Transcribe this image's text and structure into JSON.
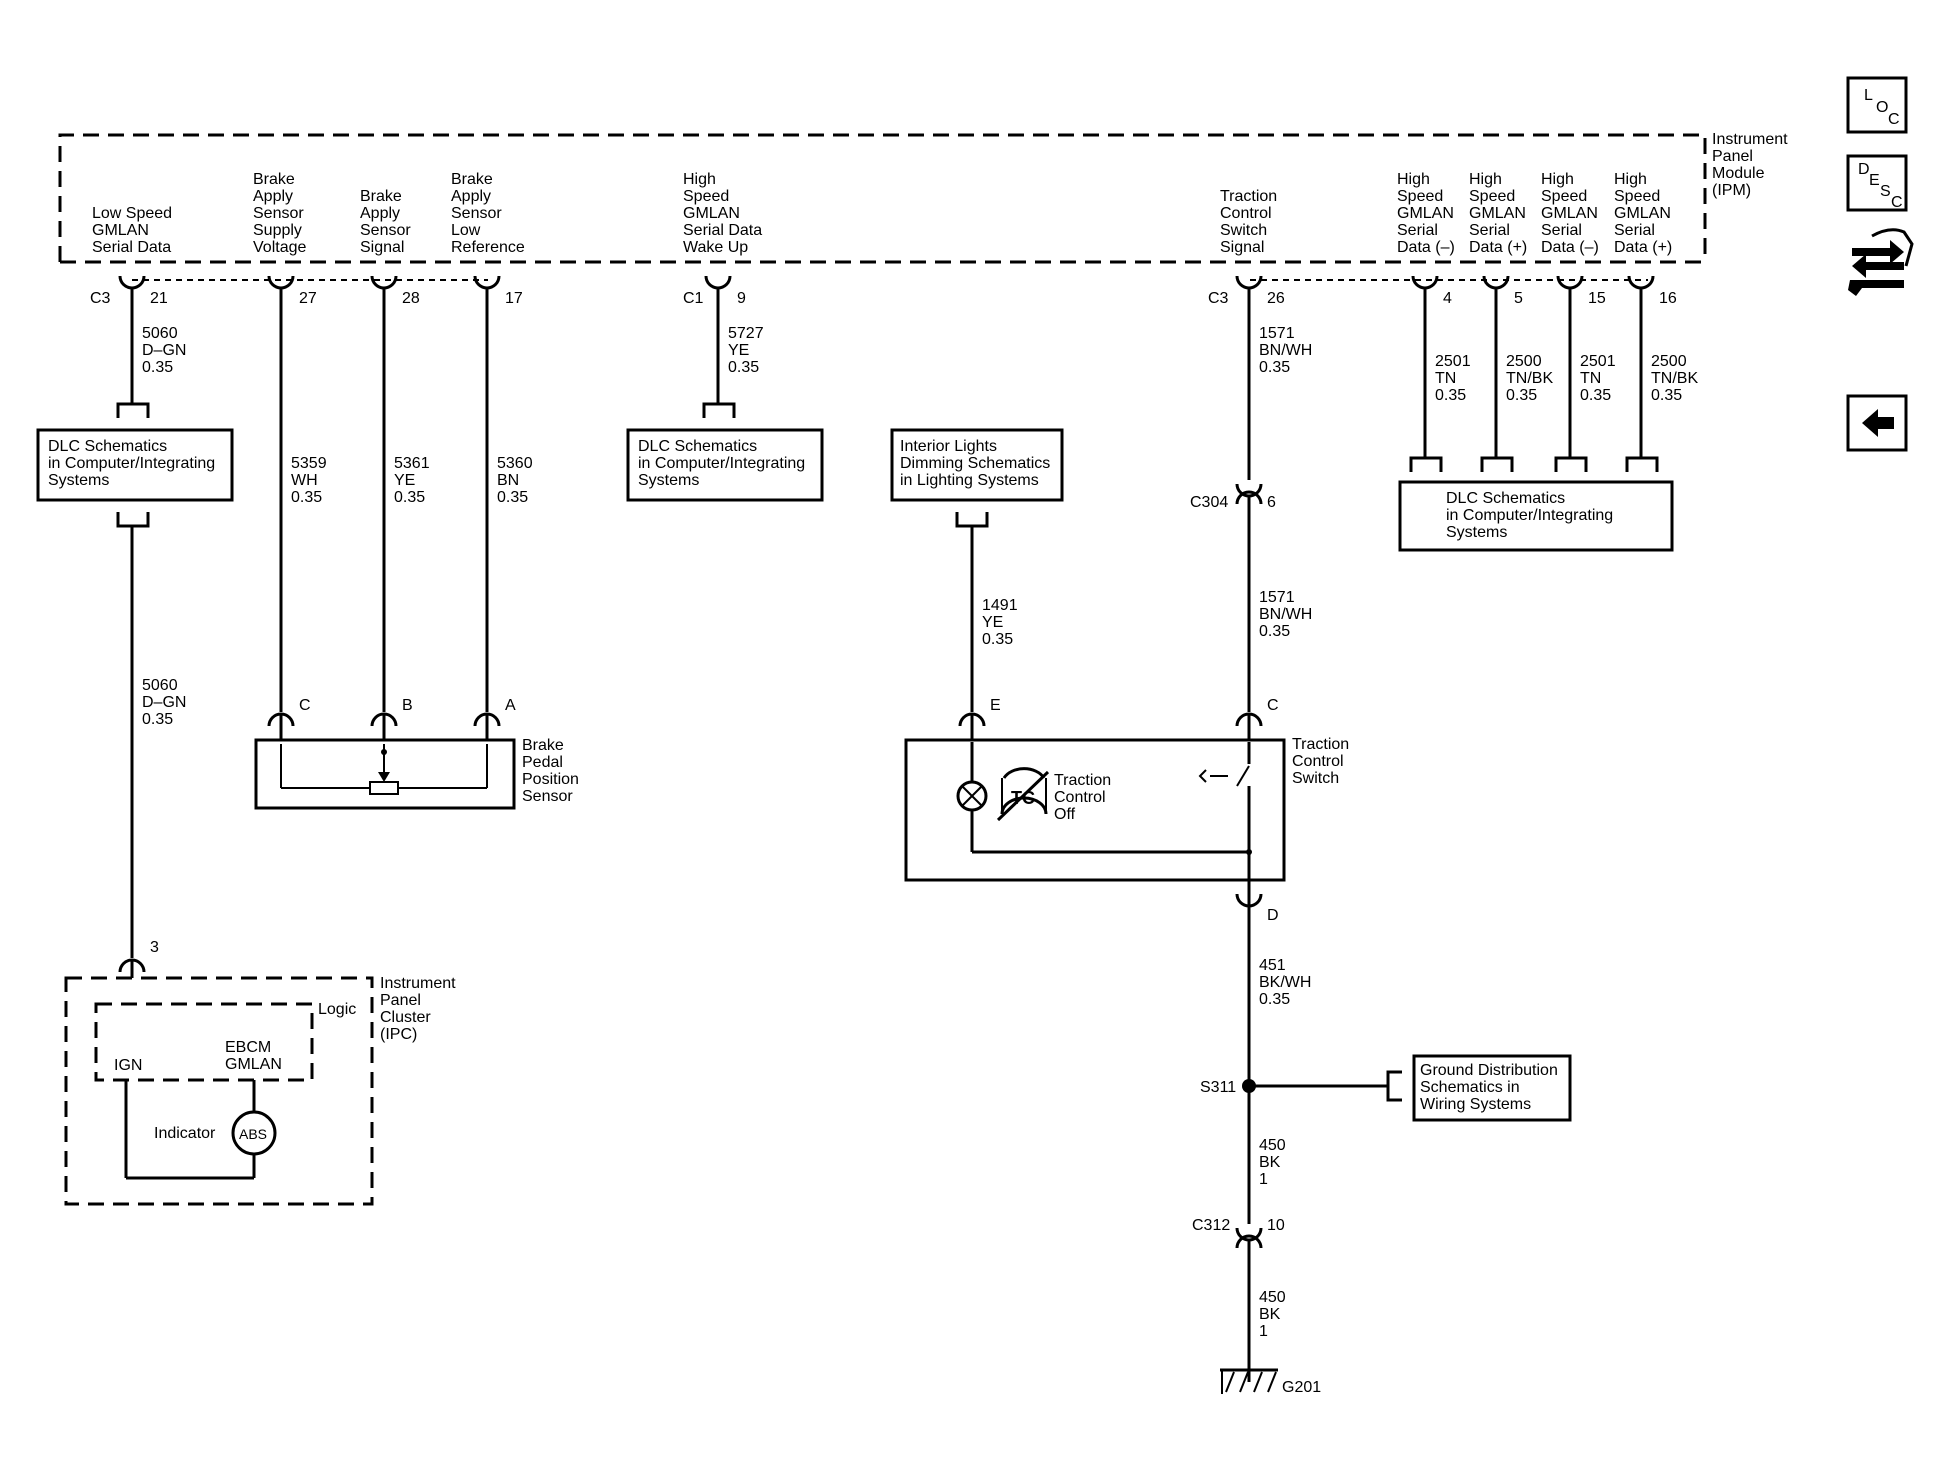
{
  "ipm": {
    "label": [
      "Instrument",
      "Panel",
      "Module",
      "(IPM)"
    ],
    "pins": [
      {
        "id": "low-speed",
        "label": [
          "Low Speed",
          "GMLAN",
          "Serial Data"
        ],
        "conn": "C3",
        "pin": "21",
        "wire": [
          "5060",
          "D–GN",
          "0.35"
        ]
      },
      {
        "id": "brake-supply",
        "label": [
          "Brake",
          "Apply",
          "Sensor",
          "Supply",
          "Voltage"
        ],
        "pin": "27",
        "wire": [
          "5359",
          "WH",
          "0.35"
        ]
      },
      {
        "id": "brake-signal",
        "label": [
          "Brake",
          "Apply",
          "Sensor",
          "Signal"
        ],
        "pin": "28",
        "wire": [
          "5361",
          "YE",
          "0.35"
        ]
      },
      {
        "id": "brake-lowref",
        "label": [
          "Brake",
          "Apply",
          "Sensor",
          "Low",
          "Reference"
        ],
        "pin": "17",
        "wire": [
          "5360",
          "BN",
          "0.35"
        ]
      },
      {
        "id": "wake-up",
        "label": [
          "High",
          "Speed",
          "GMLAN",
          "Serial Data",
          "Wake Up"
        ],
        "conn": "C1",
        "pin": "9",
        "wire": [
          "5727",
          "YE",
          "0.35"
        ]
      },
      {
        "id": "traction-signal",
        "label": [
          "Traction",
          "Control",
          "Switch",
          "Signal"
        ],
        "conn": "C3",
        "pin": "26",
        "wire": [
          "1571",
          "BN/WH",
          "0.35"
        ]
      },
      {
        "id": "hs-data-neg-1",
        "label": [
          "High",
          "Speed",
          "GMLAN",
          "Serial",
          "Data (–)"
        ],
        "pin": "4",
        "wire": [
          "2501",
          "TN",
          "0.35"
        ]
      },
      {
        "id": "hs-data-pos-1",
        "label": [
          "High",
          "Speed",
          "GMLAN",
          "Serial",
          "Data (+)"
        ],
        "pin": "5",
        "wire": [
          "2500",
          "TN/BK",
          "0.35"
        ]
      },
      {
        "id": "hs-data-neg-2",
        "label": [
          "High",
          "Speed",
          "GMLAN",
          "Serial",
          "Data (–)"
        ],
        "pin": "15",
        "wire": [
          "2501",
          "TN",
          "0.35"
        ]
      },
      {
        "id": "hs-data-pos-2",
        "label": [
          "High",
          "Speed",
          "GMLAN",
          "Serial",
          "Data (+)"
        ],
        "pin": "16",
        "wire": [
          "2500",
          "TN/BK",
          "0.35"
        ]
      }
    ]
  },
  "refs": {
    "dlc_left": [
      "DLC Schematics",
      "in Computer/Integrating",
      "Systems"
    ],
    "dlc_mid": [
      "DLC Schematics",
      "in Computer/Integrating",
      "Systems"
    ],
    "interior_lights": [
      "Interior Lights",
      "Dimming Schematics",
      "in Lighting Systems"
    ],
    "dlc_right": [
      "DLC Schematics",
      "in Computer/Integrating",
      "Systems"
    ],
    "ground_dist": [
      "Ground Distribution",
      "Schematics in",
      "Wiring Systems"
    ]
  },
  "wires": {
    "low_speed_lower": [
      "5060",
      "D–GN",
      "0.35"
    ],
    "interior": [
      "1491",
      "YE",
      "0.35"
    ],
    "c304_to_switch": [
      "1571",
      "BN/WH",
      "0.35"
    ],
    "switch_to_s311": [
      "451",
      "BK/WH",
      "0.35"
    ],
    "s311_to_c312": [
      "450",
      "BK",
      "1"
    ],
    "c312_to_g201": [
      "450",
      "BK",
      "1"
    ]
  },
  "brake_sensor": {
    "label": [
      "Brake",
      "Pedal",
      "Position",
      "Sensor"
    ],
    "pins": [
      "C",
      "B",
      "A"
    ]
  },
  "traction_switch": {
    "label": [
      "Traction",
      "Control",
      "Switch"
    ],
    "indicator": [
      "Traction",
      "Control",
      "Off"
    ],
    "tc_symbol": "TC",
    "pin_top": "C",
    "pin_lamp": "E",
    "pin_bottom": "D"
  },
  "connectors": {
    "c304": "C304",
    "c304_pin": "6",
    "c312": "C312",
    "c312_pin": "10",
    "splice": "S311",
    "ground": "G201"
  },
  "ipc": {
    "label": [
      "Instrument",
      "Panel",
      "Cluster",
      "(IPC)"
    ],
    "pin": "3",
    "logic": "Logic",
    "ign": "IGN",
    "ebcm": [
      "EBCM",
      "GMLAN"
    ],
    "indicator": "Indicator",
    "abs": "ABS"
  },
  "sidebar": {
    "loc": [
      "L",
      "O",
      "C"
    ],
    "desc": [
      "D",
      "E",
      "S",
      "C"
    ]
  }
}
